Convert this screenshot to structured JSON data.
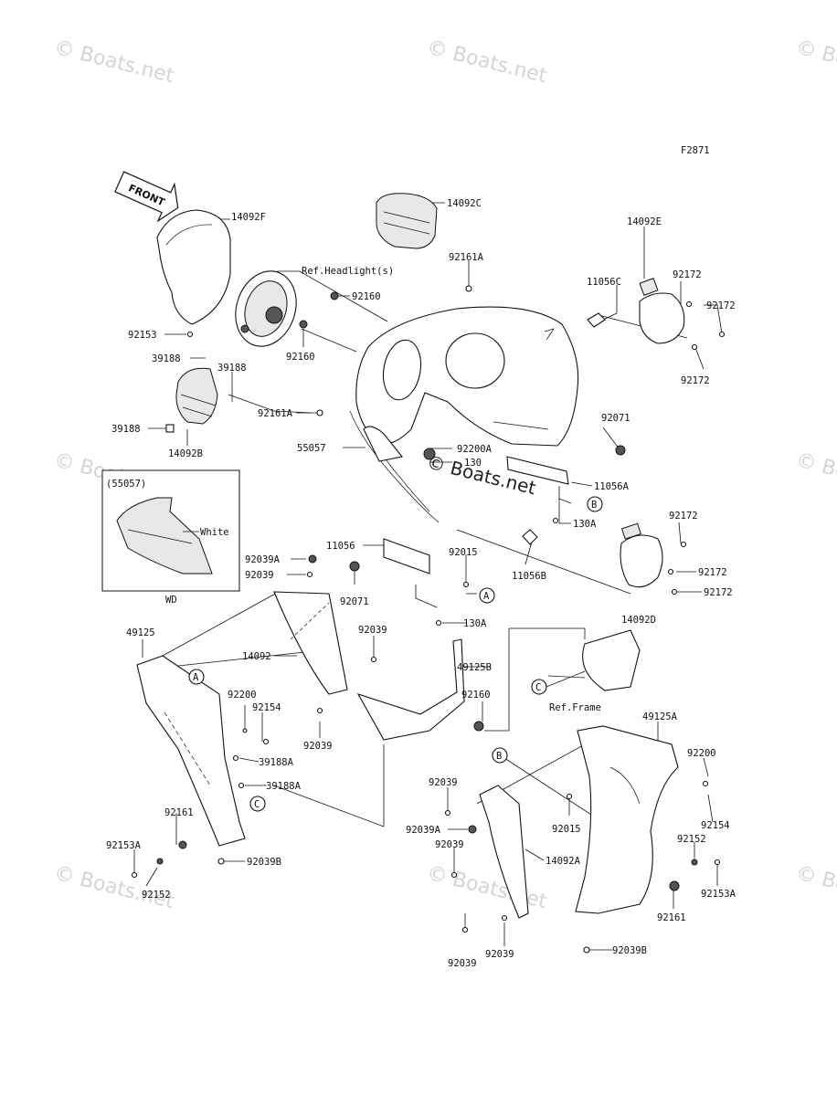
{
  "figure_code": "F2871",
  "front_arrow_label": "FRONT",
  "watermarks": [
    "© Boats.net",
    "© Boats.net",
    "© Boats.net",
    "© Boats.net",
    "© Boats.net",
    "© Boats.net",
    "© Boats.net",
    "© Boats.net"
  ],
  "center_watermark": "© Boats.net",
  "inset": {
    "model_code": "(55057)",
    "color_label": "White",
    "variant_label": "WD"
  },
  "references": {
    "headlight": "Ref.Headlight(s)",
    "frame": "Ref.Frame"
  },
  "callout_letters": {
    "a1": "A",
    "a2": "A",
    "b1": "B",
    "b2": "B",
    "c1": "C",
    "c2": "C"
  },
  "parts": {
    "p14092F": "14092F",
    "p14092C": "14092C",
    "p92161A_top": "92161A",
    "p92160_a": "92160",
    "p92153": "92153",
    "p92160_b": "92160",
    "p14092E": "14092E",
    "p92172_a": "92172",
    "p11056C": "11056C",
    "p92172_b": "92172",
    "p92172_c": "92172",
    "p39188_a": "39188",
    "p39188_b": "39188",
    "p92161A_mid": "92161A",
    "p39188_c": "39188",
    "p14092B": "14092B",
    "p55057": "55057",
    "p92200A": "92200A",
    "p130_mid": "130",
    "p92071_r": "92071",
    "p11056A": "11056A",
    "p130A_r": "130A",
    "p92172_d": "92172",
    "p11056": "11056",
    "p92015_top": "92015",
    "p11056B": "11056B",
    "p92172_e": "92172",
    "p92172_f": "92172",
    "p92039A_l": "92039A",
    "p92039_l1": "92039",
    "p92071_l": "92071",
    "p14092D": "14092D",
    "p130A_l": "130A",
    "p49125": "49125",
    "p92039_c1": "92039",
    "p14092": "14092",
    "p49125B": "49125B",
    "p92200_l": "92200",
    "p92154_l": "92154",
    "p92160_c": "92160",
    "p92039_c2": "92039",
    "p39188A_1": "39188A",
    "p39188A_2": "39188A",
    "p49125A": "49125A",
    "p92200_r": "92200",
    "p92039_r1": "92039",
    "p92015_bot": "92015",
    "p92154_r": "92154",
    "p92161_l": "92161",
    "p92039A_r": "92039A",
    "p92152_r": "92152",
    "p92153A_l": "92153A",
    "p92039_r2": "92039",
    "p14092A": "14092A",
    "p92153A_r": "92153A",
    "p92152_l": "92152",
    "p92039B_l": "92039B",
    "p92161_r": "92161",
    "p92039_r3": "92039",
    "p92039_r4": "92039",
    "p92039B_r": "92039B"
  }
}
